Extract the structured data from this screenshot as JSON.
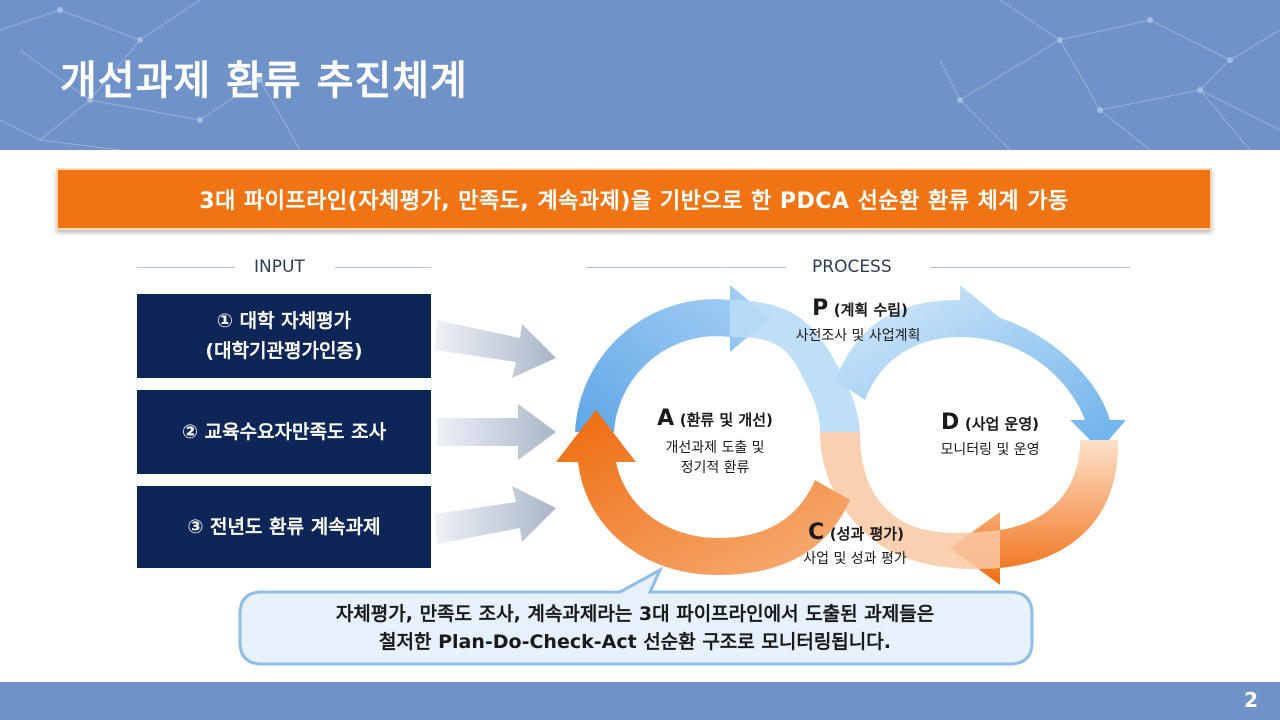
{
  "slide": {
    "title": "개선과제 환류 추진체계",
    "page_number": "2"
  },
  "banner": {
    "text": "3대 파이프라인(자체평가, 만족도, 계속과제)을 기반으로 한 PDCA 선순환 환류 체계 가동"
  },
  "sections": {
    "input_label": "INPUT",
    "process_label": "PROCESS"
  },
  "inputs": [
    {
      "line1": "① 대학 자체평가",
      "line2": "(대학기관평가인증)"
    },
    {
      "line1": "② 교육수요자만족도 조사",
      "line2": ""
    },
    {
      "line1": "③ 전년도 환류 계속과제",
      "line2": ""
    }
  ],
  "cycle": {
    "plan": {
      "letter": "P",
      "title": "(계획 수립)",
      "desc": "사전조사 및 사업계획"
    },
    "do": {
      "letter": "D",
      "title": "(사업 운영)",
      "desc": "모니터링 및 운영"
    },
    "check": {
      "letter": "C",
      "title": "(성과 평가)",
      "desc": "사업 및 성과 평가"
    },
    "act": {
      "letter": "A",
      "title": "(환류 및 개선)",
      "desc1": "개선과제 도출 및",
      "desc2": "정기적 환류"
    }
  },
  "callout": {
    "line1": "자체평가, 만족도 조사, 계속과제라는 3대 파이프라인에서 도출된 과제들은",
    "line2": "철저한 Plan-Do-Check-Act 선순환 구조로 모니터링됩니다."
  },
  "colors": {
    "header_bg": "#6f93c8",
    "banner_bg": "#f07413",
    "input_box_bg": "#0e2557",
    "cycle_blue": "#6aaee6",
    "cycle_orange": "#f06d10"
  }
}
